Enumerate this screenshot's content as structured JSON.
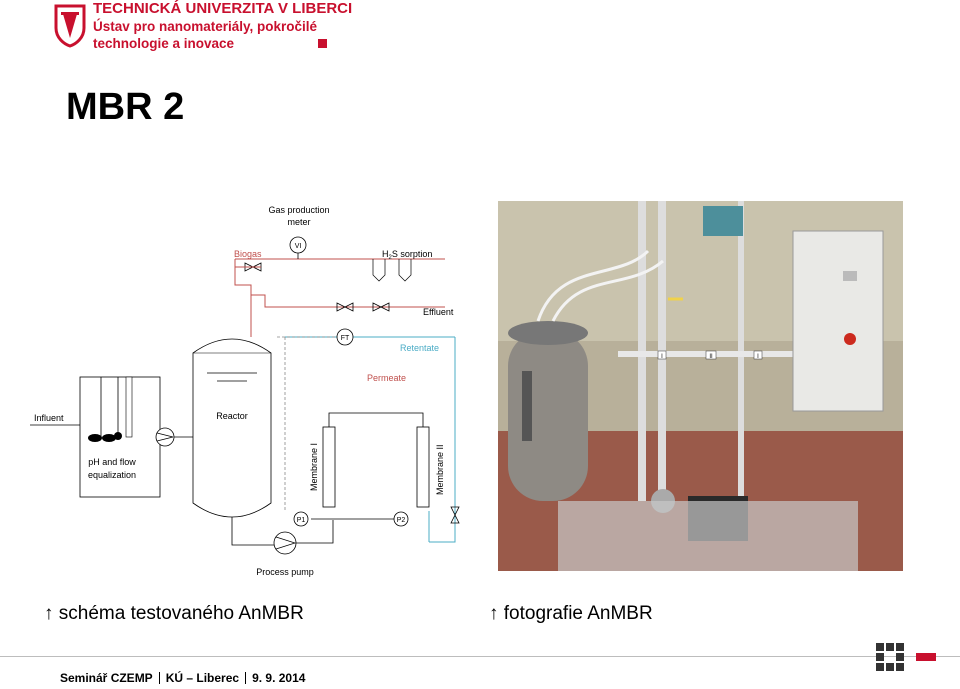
{
  "header": {
    "university": "TECHNICKÁ UNIVERZITA V LIBERCI",
    "institute_line1": "Ústav pro nanomateriály, pokročilé",
    "institute_line2": "technologie a inovace"
  },
  "slide": {
    "title": "MBR 2"
  },
  "diagram": {
    "labels": {
      "gas_meter_1": "Gas production",
      "gas_meter_2": "meter",
      "vi": "VI",
      "biogas": "Biogas",
      "h2s_h": "H",
      "h2s_sub": "2",
      "h2s_rest": "S sorption",
      "effluent": "Effluent",
      "ft": "FT",
      "retentate": "Retentate",
      "permeate": "Permeate",
      "influent": "Influent",
      "reactor": "Reactor",
      "ph_1": "pH and flow",
      "ph_2": "equalization",
      "membrane_1": "Membrane I",
      "membrane_2": "Membrane II",
      "p1": "P1",
      "p2": "P2",
      "process_pump": "Process pump"
    },
    "colors": {
      "gas_line": "#c0504d",
      "permeate_line": "#4bacc6",
      "retentate_text": "#4bacc6",
      "biogas_text": "#c0504d",
      "permeate_text": "#c0504d"
    }
  },
  "photo": {
    "tags": {
      "t1": "I",
      "t2": "II",
      "t3": "I"
    }
  },
  "captions": {
    "left": "↑ schéma testovaného AnMBR",
    "right": "↑ fotografie AnMBR"
  },
  "footer": {
    "part1": "Seminář CZEMP",
    "part2": "KÚ – Liberec",
    "part3": "9. 9. 2014"
  }
}
